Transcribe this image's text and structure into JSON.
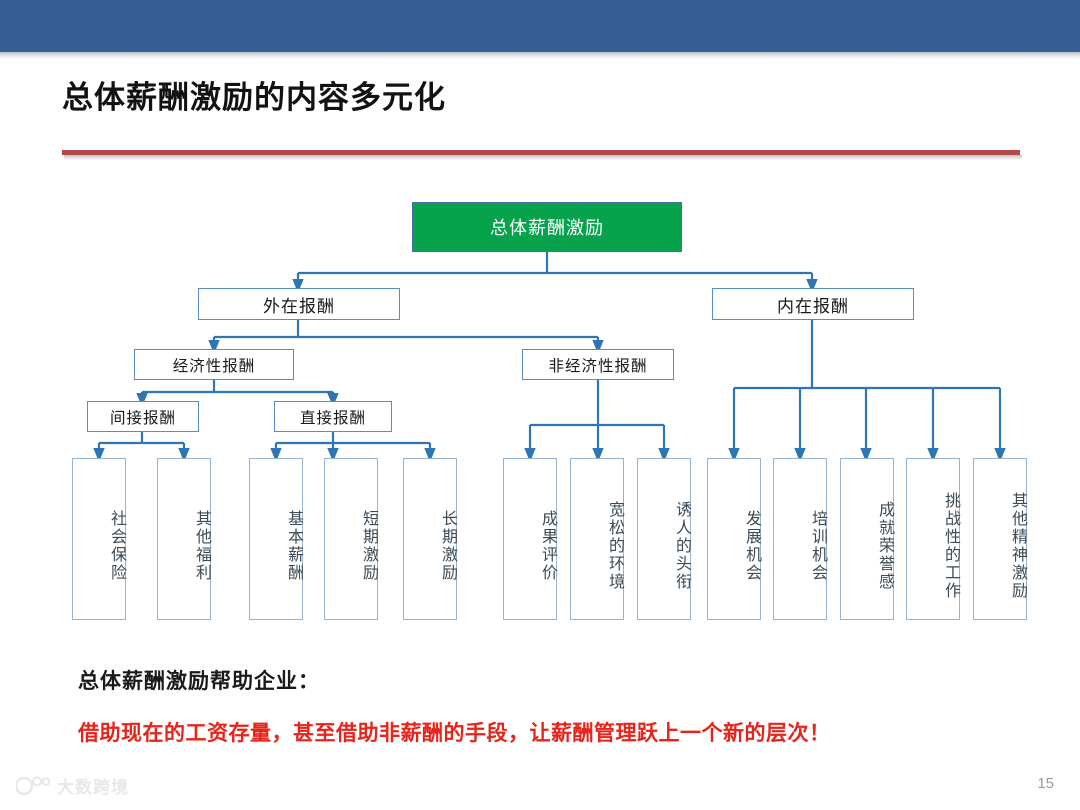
{
  "slide": {
    "title": "总体薪酬激励的内容多元化",
    "page_number": "15",
    "header_color": "#375E92",
    "rule_color": "#B04A4A",
    "root_color": "#07A24C",
    "node_border_color": "#5B8DC0",
    "leaf_border_color": "#96B4CF",
    "connector_color": "#2E75B6",
    "highlight_text_color": "#E8231A"
  },
  "watermark": {
    "text": "大数跨境",
    "icon": "panda-logo-icon"
  },
  "diagram": {
    "root": {
      "label": "总体薪酬激励"
    },
    "level2": [
      {
        "label": "外在报酬"
      },
      {
        "label": "内在报酬"
      }
    ],
    "level3": [
      {
        "label": "经济性报酬"
      },
      {
        "label": "非经济性报酬"
      }
    ],
    "level4": [
      {
        "label": "间接报酬"
      },
      {
        "label": "直接报酬"
      }
    ],
    "leaves": [
      {
        "label": "社会保险"
      },
      {
        "label": "其他福利"
      },
      {
        "label": "基本薪酬"
      },
      {
        "label": "短期激励"
      },
      {
        "label": "长期激励"
      },
      {
        "label": "成果评价"
      },
      {
        "label": "宽松的环境"
      },
      {
        "label": "诱人的头衔"
      },
      {
        "label": "发展机会"
      },
      {
        "label": "培训机会"
      },
      {
        "label": "成就荣誉感"
      },
      {
        "label": "挑战性的工作"
      },
      {
        "label": "其他精神激励"
      }
    ]
  },
  "bottom": {
    "line1": "总体薪酬激励帮助企业：",
    "line2": "借助现在的工资存量，甚至借助非薪酬的手段，让薪酬管理跃上一个新的层次！"
  }
}
